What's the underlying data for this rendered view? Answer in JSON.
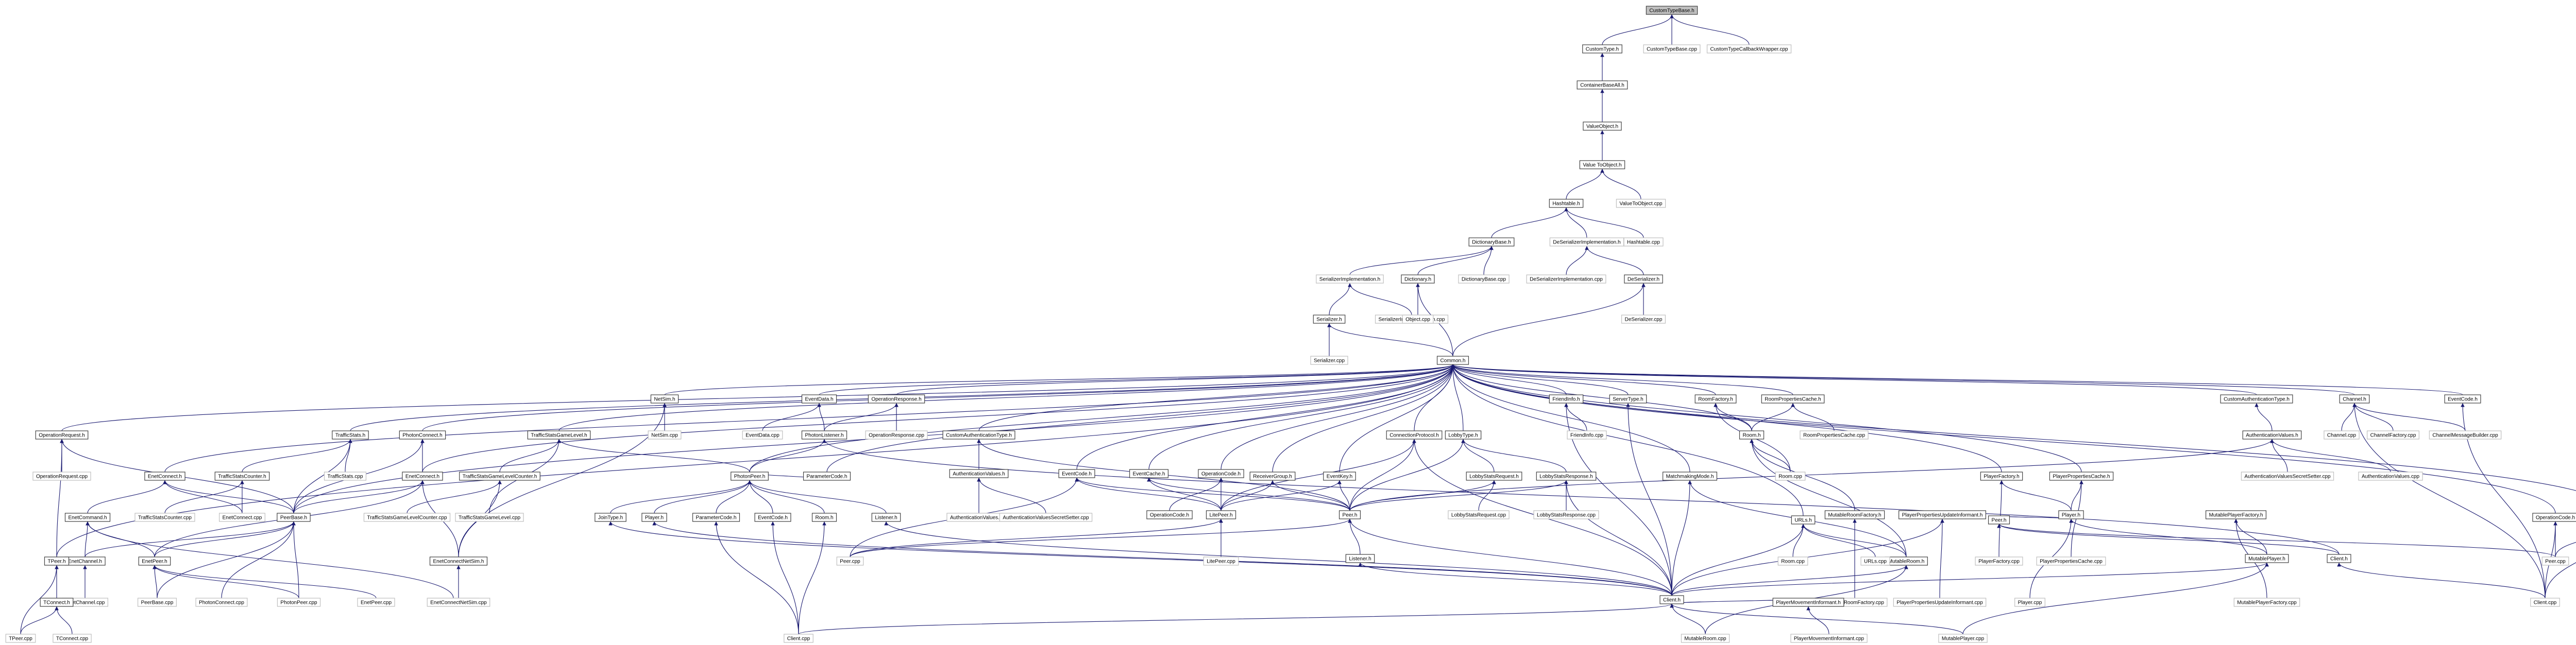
{
  "colors": {
    "edge": "#191970",
    "node_border": "#bfbfbf",
    "node_border_primary": "#404040",
    "root_fill": "#bfbfbf"
  },
  "nodes": [
    {
      "id": "n0",
      "label": "CustomTypeBase.h",
      "kind": "root"
    },
    {
      "id": "n1",
      "label": "CustomType.h",
      "kind": "primary"
    },
    {
      "id": "n2",
      "label": "CustomTypeBase.cpp",
      "kind": "leaf"
    },
    {
      "id": "n3",
      "label": "CustomTypeCallbackWrapper.cpp",
      "kind": "leaf"
    },
    {
      "id": "n4",
      "label": "ContainerBaseAll.h",
      "kind": "primary"
    },
    {
      "id": "n5",
      "label": "ValueObject.h",
      "kind": "primary"
    },
    {
      "id": "n6",
      "label": "Value ToObject.h",
      "kind": "primary"
    },
    {
      "id": "n7",
      "label": "Hashtable.h",
      "kind": "primary"
    },
    {
      "id": "n8",
      "label": "ValueToObject.cpp",
      "kind": "leaf"
    },
    {
      "id": "n9",
      "label": "DictionaryBase.h",
      "kind": "primary"
    },
    {
      "id": "n10",
      "label": "DeSerializerImplementation.h",
      "kind": "leaf"
    },
    {
      "id": "n11",
      "label": "Hashtable.cpp",
      "kind": "leaf"
    },
    {
      "id": "n12",
      "label": "SerializerImplementation.h",
      "kind": "leaf"
    },
    {
      "id": "n13",
      "label": "Dictionary.h",
      "kind": "primary"
    },
    {
      "id": "n14",
      "label": "DictionaryBase.cpp",
      "kind": "leaf"
    },
    {
      "id": "n15",
      "label": "DeSerializerImplementation.cpp",
      "kind": "leaf"
    },
    {
      "id": "n16",
      "label": "DeSerializer.h",
      "kind": "primary"
    },
    {
      "id": "n17",
      "label": "Serializer.h",
      "kind": "primary"
    },
    {
      "id": "n18",
      "label": "SerializerImplementation.cpp",
      "kind": "leaf"
    },
    {
      "id": "n19",
      "label": "Object.cpp",
      "kind": "leaf"
    },
    {
      "id": "n20",
      "label": "DeSerializer.cpp",
      "kind": "leaf"
    },
    {
      "id": "n21",
      "label": "Serializer.cpp",
      "kind": "leaf"
    },
    {
      "id": "n22",
      "label": "Common.h",
      "kind": "primary"
    },
    {
      "id": "n23",
      "label": "OperationRequest.h",
      "kind": "primary"
    },
    {
      "id": "n24",
      "label": "TrafficStats.h",
      "kind": "primary"
    },
    {
      "id": "n25",
      "label": "PhotonConnect.h",
      "kind": "primary"
    },
    {
      "id": "n26",
      "label": "TrafficStatsGameLevel.h",
      "kind": "primary"
    },
    {
      "id": "n27",
      "label": "NetSim.h",
      "kind": "primary"
    },
    {
      "id": "n28",
      "label": "EventData.h",
      "kind": "primary"
    },
    {
      "id": "n29",
      "label": "OperationResponse.h",
      "kind": "primary"
    },
    {
      "id": "n30",
      "label": "CustomAuthenticationType.h",
      "kind": "primary"
    },
    {
      "id": "n31",
      "label": "ConnectionProtocol.h",
      "kind": "primary"
    },
    {
      "id": "n32",
      "label": "LobbyType.h",
      "kind": "primary"
    },
    {
      "id": "n33",
      "label": "FriendInfo.h",
      "kind": "primary"
    },
    {
      "id": "n34",
      "label": "ServerType.h",
      "kind": "primary"
    },
    {
      "id": "n35",
      "label": "RoomFactory.h",
      "kind": "primary"
    },
    {
      "id": "n36",
      "label": "RoomPropertiesCache.h",
      "kind": "primary"
    },
    {
      "id": "n37",
      "label": "CustomAuthenticationType.h",
      "kind": "primary"
    },
    {
      "id": "n38",
      "label": "Channel.h",
      "kind": "primary"
    },
    {
      "id": "n39",
      "label": "EventCode.h",
      "kind": "primary"
    },
    {
      "id": "n40",
      "label": "OperationRequest.cpp",
      "kind": "leaf"
    },
    {
      "id": "n41",
      "label": "EnetConnect.h",
      "kind": "primary"
    },
    {
      "id": "n42",
      "label": "TrafficStatsCounter.h",
      "kind": "primary"
    },
    {
      "id": "n43",
      "label": "TrafficStats.cpp",
      "kind": "leaf"
    },
    {
      "id": "n44",
      "label": "EnetConnect.h",
      "kind": "primary"
    },
    {
      "id": "n45",
      "label": "TrafficStatsGameLevelCounter.h",
      "kind": "primary"
    },
    {
      "id": "n46",
      "label": "NetSim.cpp",
      "kind": "leaf"
    },
    {
      "id": "n47",
      "label": "EventData.cpp",
      "kind": "leaf"
    },
    {
      "id": "n48",
      "label": "PhotonListener.h",
      "kind": "primary"
    },
    {
      "id": "n49",
      "label": "OperationResponse.cpp",
      "kind": "leaf"
    },
    {
      "id": "n50",
      "label": "AuthenticationValues.h",
      "kind": "primary"
    },
    {
      "id": "n51",
      "label": "EventCode.h",
      "kind": "primary"
    },
    {
      "id": "n52",
      "label": "EventCache.h",
      "kind": "primary"
    },
    {
      "id": "n53",
      "label": "OperationCode.h",
      "kind": "primary"
    },
    {
      "id": "n54",
      "label": "ReceiverGroup.h",
      "kind": "primary"
    },
    {
      "id": "n55",
      "label": "EventKey.h",
      "kind": "primary"
    },
    {
      "id": "n56",
      "label": "LobbyStatsRequest.h",
      "kind": "primary"
    },
    {
      "id": "n57",
      "label": "LobbyStatsResponse.h",
      "kind": "primary"
    },
    {
      "id": "n58",
      "label": "MatchmakingMode.h",
      "kind": "primary"
    },
    {
      "id": "n59",
      "label": "FriendInfo.cpp",
      "kind": "leaf"
    },
    {
      "id": "n60",
      "label": "Room.h",
      "kind": "primary"
    },
    {
      "id": "n61",
      "label": "RoomPropertiesCache.cpp",
      "kind": "leaf"
    },
    {
      "id": "n62",
      "label": "PlayerFactory.h",
      "kind": "primary"
    },
    {
      "id": "n63",
      "label": "PlayerPropertiesCache.h",
      "kind": "primary"
    },
    {
      "id": "n64",
      "label": "AuthenticationValues.h",
      "kind": "primary"
    },
    {
      "id": "n65",
      "label": "Channel.cpp",
      "kind": "leaf"
    },
    {
      "id": "n66",
      "label": "ChannelFactory.cpp",
      "kind": "leaf"
    },
    {
      "id": "n67",
      "label": "ChannelMessageBuilder.cpp",
      "kind": "leaf"
    },
    {
      "id": "n68",
      "label": "EnetCommand.h",
      "kind": "primary"
    },
    {
      "id": "n69",
      "label": "TrafficStatsCounter.cpp",
      "kind": "leaf"
    },
    {
      "id": "n70",
      "label": "EnetConnect.cpp",
      "kind": "leaf"
    },
    {
      "id": "n71",
      "label": "PeerBase.h",
      "kind": "primary"
    },
    {
      "id": "n72",
      "label": "TrafficStatsGameLevelCounter.cpp",
      "kind": "leaf"
    },
    {
      "id": "n73",
      "label": "TrafficStatsGameLevel.cpp",
      "kind": "leaf"
    },
    {
      "id": "n74",
      "label": "PhotonPeer.h",
      "kind": "primary"
    },
    {
      "id": "n75",
      "label": "ParameterCode.h",
      "kind": "primary"
    },
    {
      "id": "n76",
      "label": "AuthenticationValues.cpp",
      "kind": "leaf"
    },
    {
      "id": "n77",
      "label": "AuthenticationValuesSecretSetter.cpp",
      "kind": "leaf"
    },
    {
      "id": "n78",
      "label": "OperationCode.h",
      "kind": "primary"
    },
    {
      "id": "n79",
      "label": "LitePeer.h",
      "kind": "primary"
    },
    {
      "id": "n80",
      "label": "Peer.h",
      "kind": "primary"
    },
    {
      "id": "n81",
      "label": "LobbyStatsRequest.cpp",
      "kind": "leaf"
    },
    {
      "id": "n82",
      "label": "LobbyStatsResponse.cpp",
      "kind": "leaf"
    },
    {
      "id": "n83",
      "label": "Room.cpp",
      "kind": "leaf"
    },
    {
      "id": "n84",
      "label": "MutableRoomFactory.h",
      "kind": "primary"
    },
    {
      "id": "n85",
      "label": "PlayerPropertiesUpdateInformant.h",
      "kind": "primary"
    },
    {
      "id": "n86",
      "label": "Player.h",
      "kind": "primary"
    },
    {
      "id": "n87",
      "label": "MutablePlayerFactory.h",
      "kind": "primary"
    },
    {
      "id": "n88",
      "label": "AuthenticationValuesSecretSetter.cpp",
      "kind": "leaf"
    },
    {
      "id": "n89",
      "label": "AuthenticationValues.cpp",
      "kind": "leaf"
    },
    {
      "id": "n90",
      "label": "EnetChannel.h",
      "kind": "primary"
    },
    {
      "id": "n91",
      "label": "EnetPeer.h",
      "kind": "primary"
    },
    {
      "id": "n92",
      "label": "EnetConnectNetSim.h",
      "kind": "primary"
    },
    {
      "id": "n93",
      "label": "JoinType.h",
      "kind": "primary"
    },
    {
      "id": "n94",
      "label": "Player.h",
      "kind": "primary"
    },
    {
      "id": "n95",
      "label": "ParameterCode.h",
      "kind": "primary"
    },
    {
      "id": "n96",
      "label": "EventCode.h",
      "kind": "primary"
    },
    {
      "id": "n97",
      "label": "Room.h",
      "kind": "primary"
    },
    {
      "id": "n98",
      "label": "Listener.h",
      "kind": "primary"
    },
    {
      "id": "n99",
      "label": "LitePeer.cpp",
      "kind": "leaf"
    },
    {
      "id": "n100",
      "label": "Listener.h",
      "kind": "primary"
    },
    {
      "id": "n101",
      "label": "URLs.h",
      "kind": "primary"
    },
    {
      "id": "n102",
      "label": "Peer.h",
      "kind": "primary"
    },
    {
      "id": "n103",
      "label": "MutableRoom.h",
      "kind": "primary"
    },
    {
      "id": "n104",
      "label": "PlayerPropertiesCache.cpp",
      "kind": "leaf"
    },
    {
      "id": "n105",
      "label": "PlayerFactory.cpp",
      "kind": "leaf"
    },
    {
      "id": "n106",
      "label": "MutablePlayer.h",
      "kind": "primary"
    },
    {
      "id": "n107",
      "label": "MutablePlayerFactory.cpp",
      "kind": "leaf"
    },
    {
      "id": "n108",
      "label": "OperationCode.h",
      "kind": "primary"
    },
    {
      "id": "n109",
      "label": "ParameterCode.h",
      "kind": "primary"
    },
    {
      "id": "n110",
      "label": "Client.h",
      "kind": "primary"
    },
    {
      "id": "n111",
      "label": "EnetChannel.cpp",
      "kind": "leaf"
    },
    {
      "id": "n112",
      "label": "PeerBase.cpp",
      "kind": "leaf"
    },
    {
      "id": "n113",
      "label": "PhotonConnect.cpp",
      "kind": "leaf"
    },
    {
      "id": "n114",
      "label": "PhotonPeer.cpp",
      "kind": "leaf"
    },
    {
      "id": "n115",
      "label": "EnetPeer.cpp",
      "kind": "leaf"
    },
    {
      "id": "n116",
      "label": "EnetCommand.cpp",
      "kind": "leaf"
    },
    {
      "id": "n117",
      "label": "EnetConnectNetSim.cpp",
      "kind": "leaf"
    },
    {
      "id": "n118",
      "label": "Peer.cpp",
      "kind": "leaf"
    },
    {
      "id": "n119",
      "label": "Room.cpp",
      "kind": "leaf"
    },
    {
      "id": "n120",
      "label": "URLs.cpp",
      "kind": "leaf"
    },
    {
      "id": "n121",
      "label": "Player.cpp",
      "kind": "leaf"
    },
    {
      "id": "n122",
      "label": "MutableRoomFactory.cpp",
      "kind": "leaf"
    },
    {
      "id": "n123",
      "label": "PlayerPropertiesUpdateInformant.cpp",
      "kind": "leaf"
    },
    {
      "id": "n124",
      "label": "Peer.cpp",
      "kind": "leaf"
    },
    {
      "id": "n125",
      "label": "Client.h",
      "kind": "primary"
    },
    {
      "id": "n126",
      "label": "Client.cpp",
      "kind": "leaf"
    },
    {
      "id": "n127",
      "label": "PlayerMovementInformant.h",
      "kind": "primary"
    },
    {
      "id": "n128",
      "label": "TPeer.h",
      "kind": "primary"
    },
    {
      "id": "n129",
      "label": "TConnect.h",
      "kind": "primary"
    },
    {
      "id": "n130",
      "label": "TPeer.cpp",
      "kind": "leaf"
    },
    {
      "id": "n131",
      "label": "TConnect.cpp",
      "kind": "leaf"
    },
    {
      "id": "n132",
      "label": "Client.cpp",
      "kind": "leaf"
    },
    {
      "id": "n133",
      "label": "MutableRoom.cpp",
      "kind": "leaf"
    },
    {
      "id": "n134",
      "label": "PlayerMovementInformant.cpp",
      "kind": "leaf"
    },
    {
      "id": "n135",
      "label": "MutablePlayer.cpp",
      "kind": "leaf"
    }
  ]
}
